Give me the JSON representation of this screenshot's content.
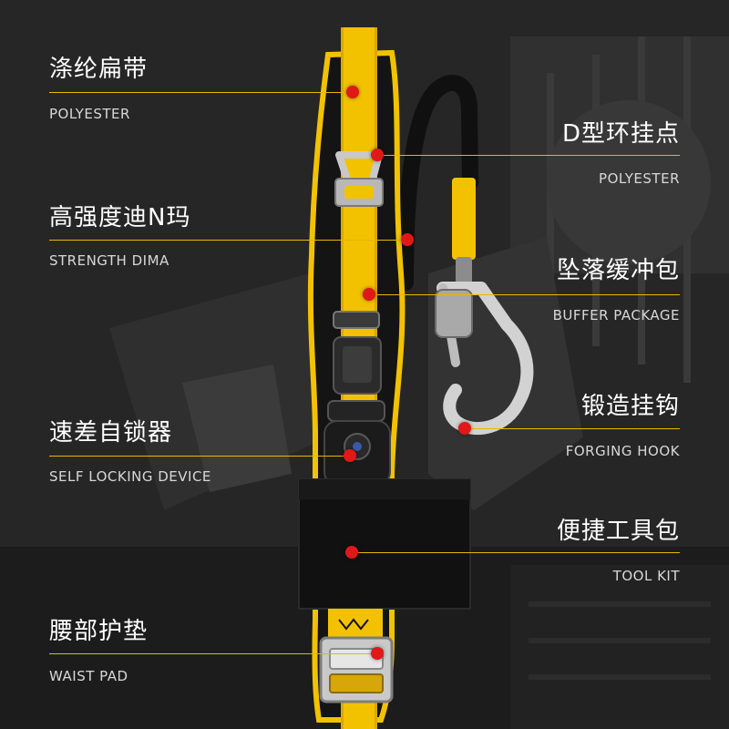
{
  "features": [
    {
      "id": "polyester-strap",
      "cn": "涤纶扁带",
      "en": "POLYESTER"
    },
    {
      "id": "d-ring",
      "cn": "D型环挂点",
      "en": "POLYESTER"
    },
    {
      "id": "strength-dima",
      "cn": "高强度迪N玛",
      "en": "STRENGTH DIMA"
    },
    {
      "id": "buffer-package",
      "cn": "坠落缓冲包",
      "en": "BUFFER PACKAGE"
    },
    {
      "id": "forging-hook",
      "cn": "锻造挂钩",
      "en": "FORGING HOOK"
    },
    {
      "id": "self-locking-device",
      "cn": "速差自锁器",
      "en": "SELF LOCKING DEVICE"
    },
    {
      "id": "tool-kit",
      "cn": "便捷工具包",
      "en": "TOOL KIT"
    },
    {
      "id": "waist-pad",
      "cn": "腰部护垫",
      "en": "WAIST PAD"
    }
  ],
  "colors": {
    "accent_line": "#e8b800",
    "marker": "#e01818",
    "strap_yellow": "#f2c200",
    "pad_black": "#141414"
  },
  "product": {
    "name": "safety-belt-with-lanyard"
  }
}
